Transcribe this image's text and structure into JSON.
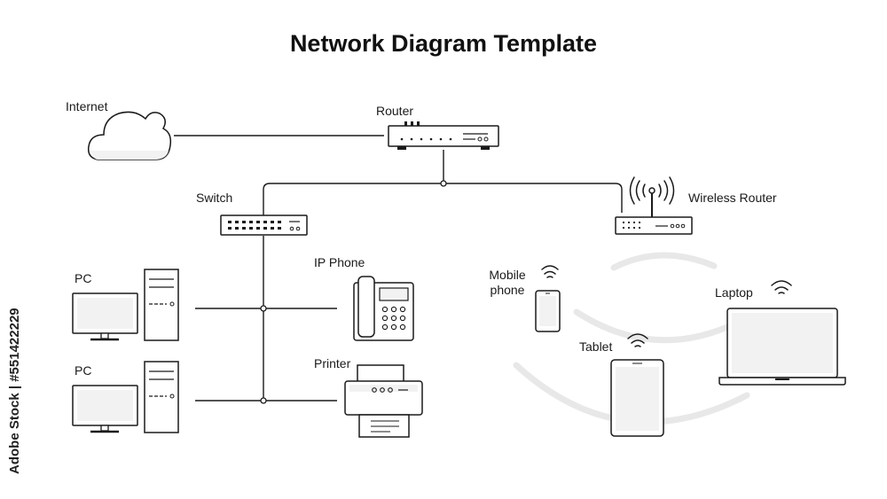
{
  "title": "Network Diagram Template",
  "nodes": {
    "internet": "Internet",
    "router": "Router",
    "switch": "Switch",
    "wireless_router": "Wireless Router",
    "pc_1": "PC",
    "pc_2": "PC",
    "ip_phone": "IP Phone",
    "printer": "Printer",
    "mobile_phone": "Mobile phone",
    "tablet": "Tablet",
    "laptop": "Laptop"
  },
  "watermark": "Adobe Stock | #551422229",
  "colors": {
    "stroke": "#1a1a1a",
    "fill_light": "#f2f2f2",
    "wifi_arc": "#e6e6e6"
  }
}
